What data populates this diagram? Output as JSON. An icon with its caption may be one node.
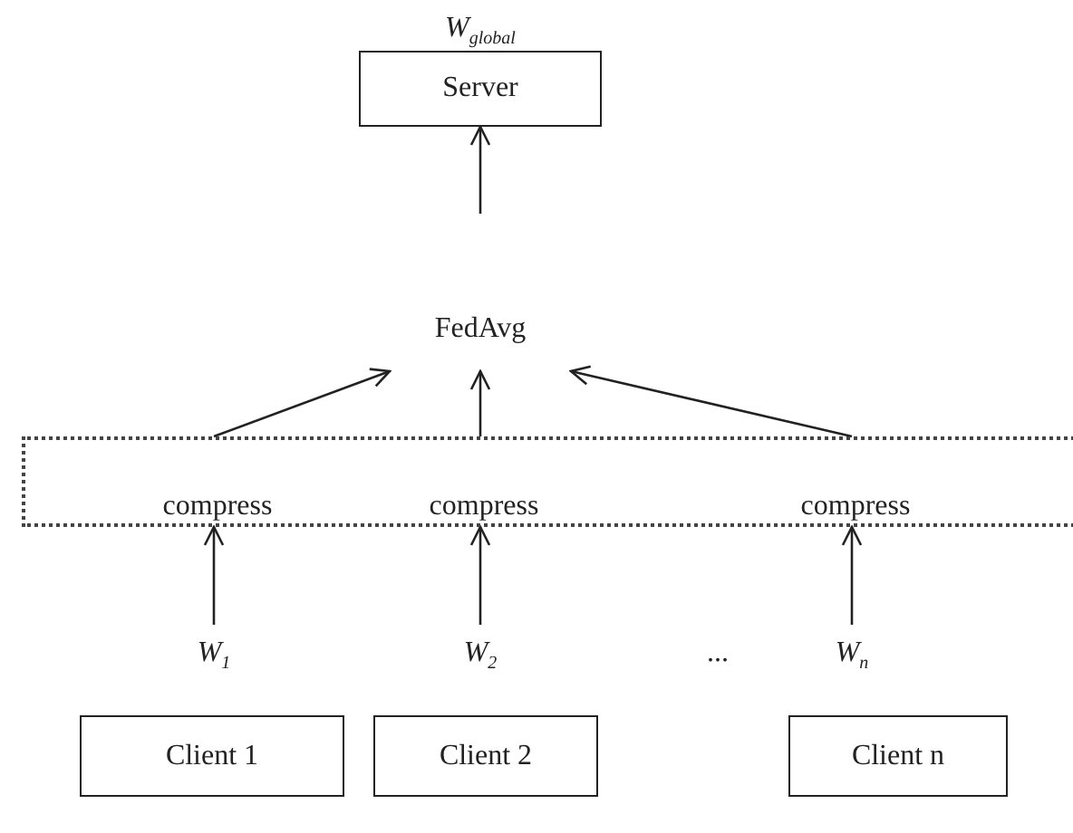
{
  "diagram": {
    "nodes": [
      {
        "text": [
          "Server"
        ],
        "beside": [
          "W$_{global}$"
        ]
      },
      {
        "text": [
          "FedAvg"
        ]
      },
      {
        "text": [],
        "shape": "box"
      },
      {
        "text": [
          "compress"
        ],
        "in": 2
      },
      {
        "text": [
          "compress"
        ],
        "in": 2
      },
      {
        "text": [
          "compress"
        ],
        "in": 2
      },
      {
        "text": [
          "W$_{1}$"
        ]
      },
      {
        "text": [
          "W$_{2}$"
        ]
      },
      {
        "text": [
          "W$_{n}$"
        ]
      },
      {
        "text": [
          "Client 1"
        ]
      },
      {
        "text": [
          "Client 2"
        ]
      },
      {
        "text": [
          "Client n"
        ]
      }
    ],
    "edges": [
      {
        "from": 6,
        "to": 3,
        "arrow": "to"
      },
      {
        "from": 7,
        "to": 4,
        "arrow": "to"
      },
      {
        "from": 8,
        "to": 5,
        "arrow": "to"
      },
      {
        "from": 3,
        "to": 1,
        "arrow": "to"
      },
      {
        "from": 4,
        "to": 1,
        "arrow": "to"
      },
      {
        "from": 5,
        "to": 1,
        "arrow": "to"
      },
      {
        "from": 1,
        "to": 0,
        "arrow": "to"
      }
    ],
    "labels": [
      "..."
    ]
  }
}
